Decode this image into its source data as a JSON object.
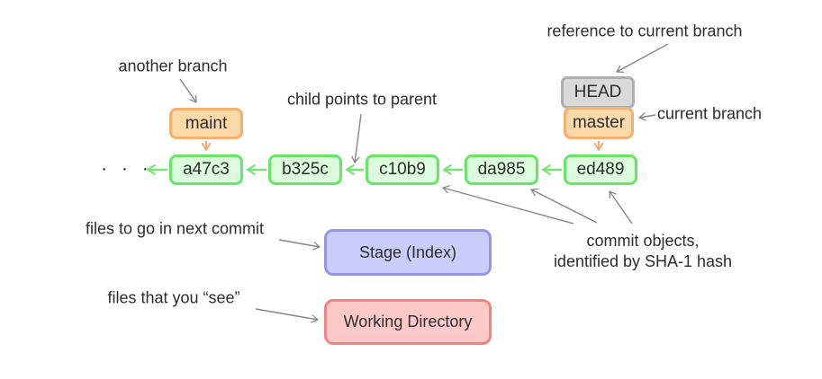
{
  "diagram": {
    "ellipsis": "· · ·",
    "commits": [
      {
        "id": "a47c3"
      },
      {
        "id": "b325c"
      },
      {
        "id": "c10b9"
      },
      {
        "id": "da985"
      },
      {
        "id": "ed489"
      }
    ],
    "refs": {
      "head": "HEAD",
      "master": "master",
      "maint": "maint"
    },
    "areas": {
      "stage": "Stage (Index)",
      "working_directory": "Working Directory"
    },
    "annotations": {
      "another_branch": "another branch",
      "child_points_to_parent": "child points to parent",
      "reference_to_current_branch": "reference to current branch",
      "current_branch": "current branch",
      "commit_objects_line1": "commit objects,",
      "commit_objects_line2": "identified by SHA-1 hash",
      "files_next_commit": "files to go in next commit",
      "files_you_see": "files that you “see”"
    },
    "colors": {
      "commit_fill": "#ddfcdd",
      "commit_border": "#66e566",
      "branch_fill": "#fcd9a8",
      "branch_border": "#f5b06f",
      "head_fill": "#d9d9d9",
      "head_border": "#aeaeae",
      "stage_fill": "#ccccf8",
      "stage_border": "#9494e9",
      "working_fill": "#fdc8c8",
      "working_border": "#f38383",
      "arrow_green": "#77e377",
      "arrow_orange": "#f3ab6b",
      "arrow_gray": "#878787",
      "text": "#2d2d2d"
    }
  }
}
